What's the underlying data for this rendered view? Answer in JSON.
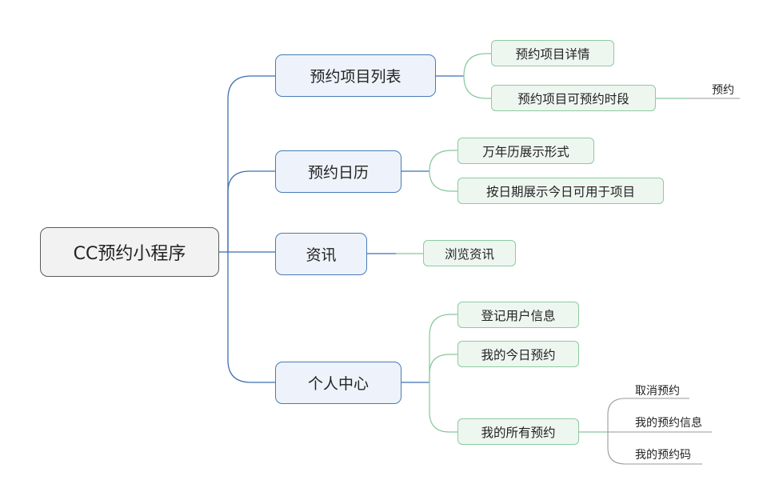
{
  "root": {
    "label": "CC预约小程序"
  },
  "branches": [
    {
      "label": "预约项目列表",
      "children": [
        {
          "label": "预约项目详情",
          "children": []
        },
        {
          "label": "预约项目可预约时段",
          "children": [
            {
              "label": "预约"
            }
          ]
        }
      ]
    },
    {
      "label": "预约日历",
      "children": [
        {
          "label": "万年历展示形式",
          "children": []
        },
        {
          "label": "按日期展示今日可用于项目",
          "children": []
        }
      ]
    },
    {
      "label": "资讯",
      "children": [
        {
          "label": "浏览资讯",
          "children": []
        }
      ]
    },
    {
      "label": "个人中心",
      "children": [
        {
          "label": "登记用户信息",
          "children": []
        },
        {
          "label": "我的今日预约",
          "children": []
        },
        {
          "label": "我的所有预约",
          "children": [
            {
              "label": "取消预约"
            },
            {
              "label": "我的预约信息"
            },
            {
              "label": "我的预约码"
            }
          ]
        }
      ]
    }
  ],
  "colors": {
    "root_border": "#5a5a5a",
    "root_fill": "#f2f2f2",
    "level1_border": "#4a7ab5",
    "level1_fill": "#eef3fb",
    "level1_connector": "#3f6fb0",
    "level2_border": "#8ccb9f",
    "level2_fill": "#eef6f0",
    "level2_connector": "#86c79a",
    "leaf_connector": "#9a9a9a"
  }
}
